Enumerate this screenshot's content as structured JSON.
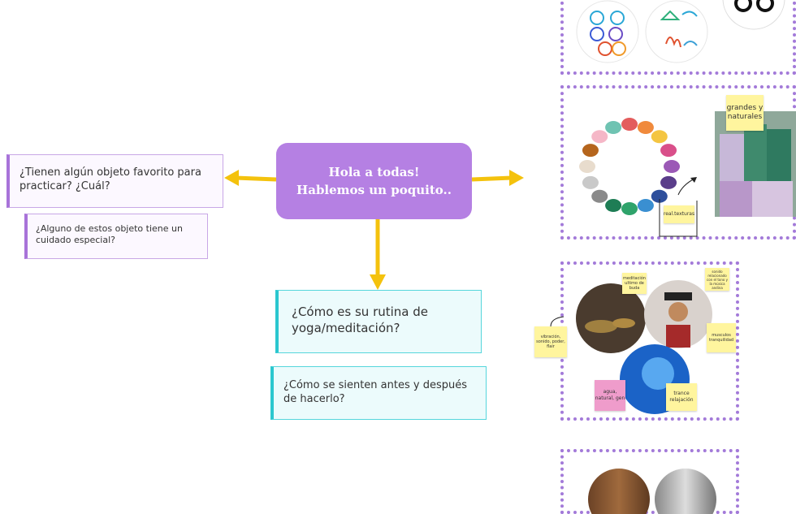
{
  "central": {
    "line1": "Hola a todas!",
    "line2": "Hablemos un poquito.."
  },
  "left_nodes": {
    "primary": "¿Tienen algún objeto favorito para practicar? ¿Cuál?",
    "secondary": "¿Alguno de estos  objeto tiene un cuidado especial?"
  },
  "bottom_nodes": {
    "primary": "¿Cómo es su rutina de yoga/meditación?",
    "secondary": "¿Cómo se sienten antes y después de hacerlo?"
  },
  "board": {
    "stones_label": "real.texturas",
    "natural_label": "grandes y naturales",
    "bowls_note": "meditación ultimo de buda",
    "flute_note": "sonido relacionado con el tono y la música andina",
    "left_note": "vibración, sonido, poder, flair",
    "tranquility_note": "musculos tranquilidad",
    "pink_note": "agua, natural, gen",
    "trance_note": "trance relajación"
  },
  "colors": {
    "central": "#b580e3",
    "arrow": "#f4c20d",
    "purple_border": "#a873d9",
    "teal_border": "#2bc7cf",
    "frame_dots": "#a37ad9",
    "sticky_yellow": "#fff59e",
    "sticky_pink": "#ef9ccb"
  }
}
